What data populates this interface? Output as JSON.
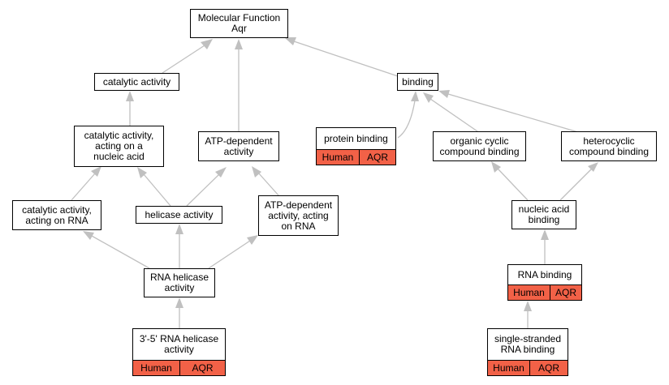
{
  "edge_color": "#c0c0c0",
  "tag_color": "#f26147",
  "nodes": {
    "root": "Molecular Function\nAqr",
    "catalytic": "catalytic activity",
    "binding": "binding",
    "catalytic_nucleic": "catalytic activity,\nacting on a\nnucleic acid",
    "atp": "ATP-dependent\nactivity",
    "protein_binding": "protein binding",
    "organic_cyclic": "organic cyclic\ncompound binding",
    "heterocyclic": "heterocyclic\ncompound binding",
    "catalytic_rna": "catalytic activity,\nacting on RNA",
    "helicase": "helicase activity",
    "atp_rna": "ATP-dependent\nactivity, acting\non RNA",
    "nucleic_acid_binding": "nucleic acid\nbinding",
    "rna_helicase": "RNA helicase\nactivity",
    "rna_binding": "RNA binding",
    "helicase_35": "3'-5' RNA helicase\nactivity",
    "ss_rna_binding": "single-stranded\nRNA binding"
  },
  "tags": {
    "species": "Human",
    "gene": "AQR"
  }
}
